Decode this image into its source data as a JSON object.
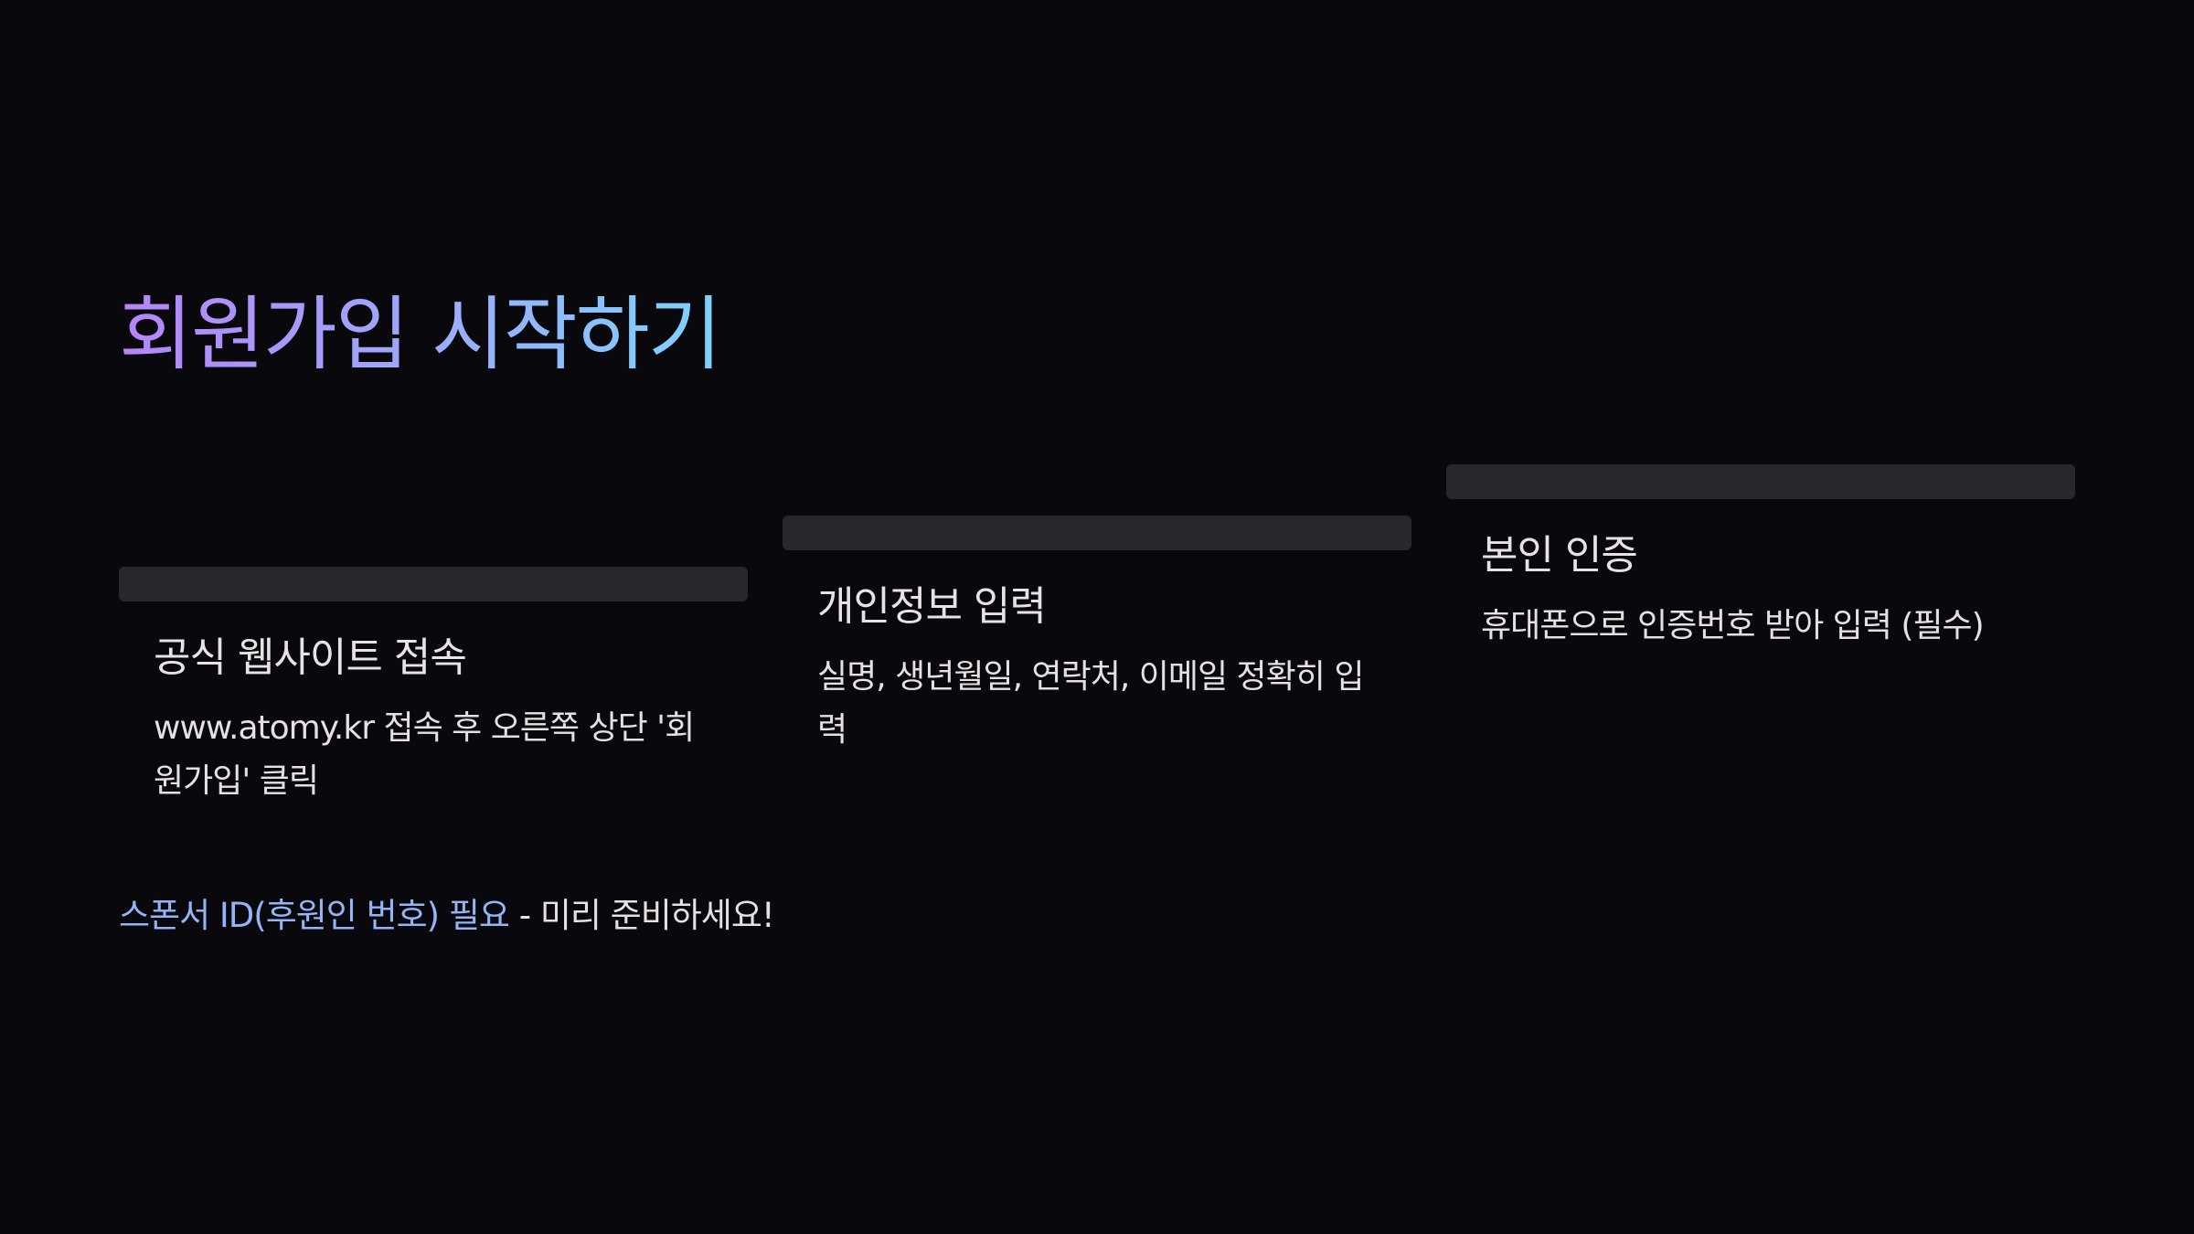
{
  "title": "회원가입 시작하기",
  "colors": {
    "background": "#08080d",
    "card_bar": "#28272d",
    "title_gradient_start": "#b585f7",
    "title_gradient_end": "#7dd3fc",
    "highlight": "#93b4f5",
    "text": "#e6dfe3"
  },
  "steps": [
    {
      "heading": "공식 웹사이트 접속",
      "text": "www.atomy.kr 접속 후 오른쪽 상단 '회원가입' 클릭"
    },
    {
      "heading": "개인정보 입력",
      "text": "실명, 생년월일, 연락처, 이메일 정확히 입력"
    },
    {
      "heading": "본인 인증",
      "text": "휴대폰으로 인증번호 받아 입력 (필수)"
    }
  ],
  "footer": {
    "highlight": "스폰서 ID(후원인 번호) 필요",
    "rest": " - 미리 준비하세요!"
  }
}
